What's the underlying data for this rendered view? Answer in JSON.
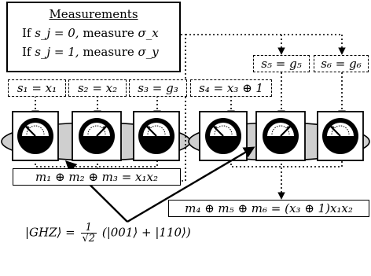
{
  "legend": {
    "title": "Measurements",
    "rows": [
      {
        "prefix": "If",
        "condition": "s_j = 0,",
        "action": "measure",
        "observable": "σ_x"
      },
      {
        "prefix": "If",
        "condition": "s_j = 1,",
        "action": "measure",
        "observable": "σ_y"
      }
    ]
  },
  "settings": [
    {
      "id": "s1",
      "text": "s₁ = x₁"
    },
    {
      "id": "s2",
      "text": "s₂ = x₂"
    },
    {
      "id": "s3",
      "text": "s₃ = g₃"
    },
    {
      "id": "s4",
      "text": "s₄ = x₃ ⊕ 1"
    },
    {
      "id": "s5",
      "text": "s₅ = g₅"
    },
    {
      "id": "s6",
      "text": "s₆ = g₆"
    }
  ],
  "outputs": [
    {
      "id": "out1",
      "text": "m₁ ⊕ m₂ ⊕ m₃ = x₁x₂"
    },
    {
      "id": "out2",
      "text": "m₄ ⊕ m₅ ⊕ m₆ = (x₃ ⊕ 1)x₁x₂"
    }
  ],
  "state": {
    "lhs": "|GHZ⟩ =",
    "frac_num": "1",
    "frac_den": "√2",
    "rhs": "(|001⟩ + |110⟩)"
  },
  "meters": [
    {
      "id": "meter-1",
      "needle": "left"
    },
    {
      "id": "meter-2",
      "needle": "right"
    },
    {
      "id": "meter-3",
      "needle": "left"
    },
    {
      "id": "meter-4",
      "needle": "left"
    },
    {
      "id": "meter-5",
      "needle": "right"
    },
    {
      "id": "meter-6",
      "needle": "left"
    }
  ]
}
